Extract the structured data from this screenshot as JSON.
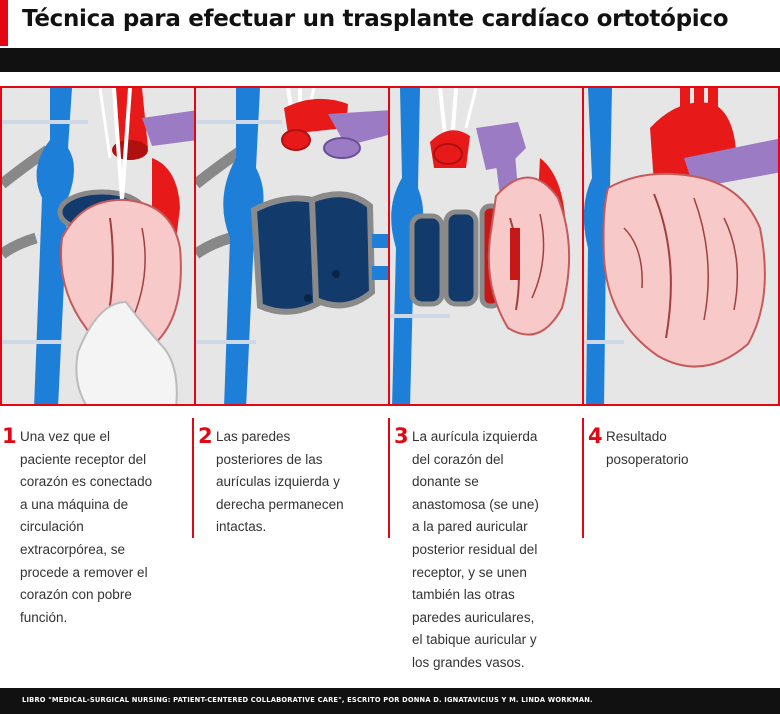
{
  "title": "Técnica para efectuar un trasplante cardíaco ortotópico",
  "steps": [
    {
      "number": "1",
      "lines": [
        "Una vez que el",
        "paciente receptor del",
        "corazón es conectado",
        "a una máquina de",
        "circulación",
        "extracorpórea, se",
        "procede a remover el",
        "corazón con pobre",
        "función."
      ]
    },
    {
      "number": "2",
      "lines": [
        "Las paredes",
        "posteriores de las",
        "aurículas izquierda y",
        "derecha permanecen",
        "intactas."
      ]
    },
    {
      "number": "3",
      "lines": [
        "La aurícula izquierda",
        "del corazón del",
        "donante se",
        "anastomosa (se une)",
        "a la pared auricular",
        "posterior residual del",
        "receptor, y se unen",
        "también las otras",
        "paredes auriculares,",
        "el tabique auricular y",
        "los grandes vasos."
      ]
    },
    {
      "number": "4",
      "lines": [
        "Resultado",
        "posoperatorio"
      ]
    }
  ],
  "footer": "LIBRO \"MEDICAL-SURGICAL NURSING: PATIENT-CENTERED COLLABORATIVE CARE\", ESCRITO POR DONNA D. IGNATAVICIUS Y M. LINDA WORKMAN.",
  "colors": {
    "accent_red": "#e30613",
    "vein_blue": "#1e7fd9",
    "artery_red": "#e81919",
    "pulmonary_purple": "#9b7bc4",
    "heart_pink": "#f7c9c9",
    "atrium_navy": "#123a6b",
    "panel_bg": "#e6e6e6",
    "bar_black": "#111111"
  }
}
